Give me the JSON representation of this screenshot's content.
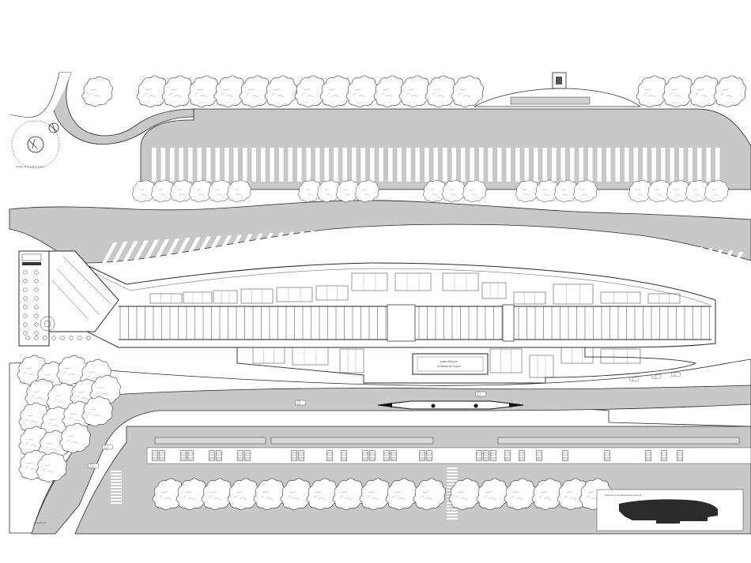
{
  "plan": {
    "labels": {
      "roundabout_caption": "Detalle de la glorieta oeste",
      "building_title_line1": "paso bloque",
      "building_title_line2": "entrada de flujos",
      "road_sign": "via pública 1",
      "cartouche_title": "situacion y emplazamiento general"
    },
    "colors": {
      "paving": "#c8c8c8",
      "line": "#2a2a2a",
      "building_fill": "#ffffff",
      "cartouche_shape": "#2b2b2b",
      "background": "#ffffff"
    },
    "symbols": {
      "tree": "tree-canopy-icon",
      "car": "car-icon",
      "bus": "bus-shuttle-icon"
    }
  }
}
